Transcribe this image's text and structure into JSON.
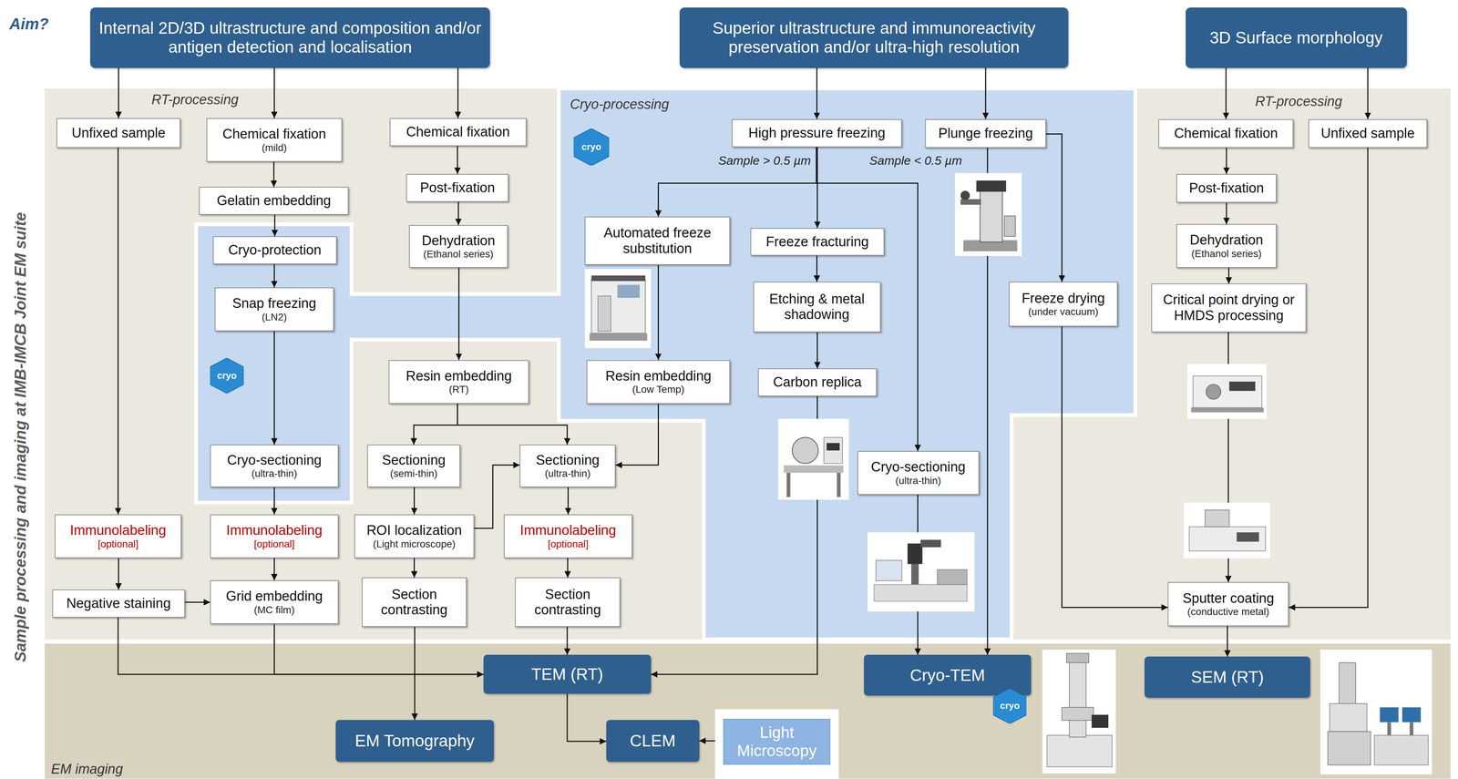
{
  "diagram": {
    "nodes": [
      {
        "text": [
          "Internal 2D/3D ultrastructure and composition and/or antigen detection and localisation"
        ]
      },
      {
        "text": [
          "Superior ultrastructure and immunoreactivity preservation and/or ultra-high resolution"
        ]
      },
      {
        "text": [
          "3D Surface morphology"
        ]
      },
      {
        "text": [
          "Unfixed sample"
        ]
      },
      {
        "text": [
          "Chemical fixation",
          "(mild)"
        ]
      },
      {
        "text": [
          "Chemical fixation"
        ]
      },
      {
        "text": [
          "High pressure freezing"
        ]
      },
      {
        "text": [
          "Plunge freezing"
        ]
      },
      {
        "text": [
          "Chemical fixation"
        ]
      },
      {
        "text": [
          "Unfixed sample"
        ]
      },
      {
        "text": [
          "cryo"
        ]
      },
      {
        "text": [
          "Gelatin embedding"
        ]
      },
      {
        "text": [
          "Post-fixation"
        ]
      },
      {
        "text": [
          "Post-fixation"
        ]
      },
      {
        "text": [
          "Automated freeze substitution"
        ]
      },
      {
        "text": [
          "Freeze fracturing"
        ]
      },
      {
        "text": [
          "Dehydration",
          "(Ethanol series)"
        ]
      },
      {
        "text": [
          "Dehydration",
          "(Ethanol series)"
        ]
      },
      {
        "text": [
          "Cryo-protection"
        ]
      },
      {
        "text": [
          "Etching & metal shadowing"
        ]
      },
      {
        "text": [
          "Freeze drying",
          "(under vacuum)"
        ]
      },
      {
        "text": [
          "Critical point drying or HMDS processing"
        ]
      },
      {
        "text": [
          "Snap freezing",
          "(LN2)"
        ]
      },
      {
        "text": [
          "cryo"
        ]
      },
      {
        "text": [
          "Resin embedding",
          "(RT)"
        ]
      },
      {
        "text": [
          "Resin embedding",
          "(Low Temp)"
        ]
      },
      {
        "text": [
          "Carbon replica"
        ]
      },
      {
        "text": [
          "Cryo-sectioning",
          "(ultra-thin)"
        ]
      },
      {
        "text": [
          "Sectioning",
          "(semi-thin)"
        ]
      },
      {
        "text": [
          "Sectioning",
          "(ultra-thin)"
        ]
      },
      {
        "text": [
          "Cryo-sectioning",
          "(ultra-thin)"
        ]
      },
      {
        "text": [
          "Immunolabeling",
          "[optional]"
        ]
      },
      {
        "text": [
          "Immunolabeling",
          "[optional]"
        ]
      },
      {
        "text": [
          "ROI localization",
          "(Light microscope)"
        ]
      },
      {
        "text": [
          "Immunolabeling",
          "[optional]"
        ]
      },
      {
        "text": [
          "Sputter coating",
          "(conductive metal)"
        ]
      },
      {
        "text": [
          "Negative staining"
        ]
      },
      {
        "text": [
          "Grid embedding",
          "(MC film)"
        ]
      },
      {
        "text": [
          "Section contrasting"
        ]
      },
      {
        "text": [
          "Section contrasting"
        ]
      },
      {
        "text": [
          "EM imaging"
        ]
      },
      {
        "text": [
          "TEM (RT)"
        ],
        "in": 40
      },
      {
        "text": [
          "Cryo-TEM"
        ],
        "in": 40
      },
      {
        "text": [
          "SEM (RT)"
        ],
        "in": 40
      },
      {
        "text": [
          "cryo"
        ],
        "in": 40
      },
      {
        "text": [
          "EM Tomography"
        ],
        "in": 40
      },
      {
        "text": [
          "CLEM"
        ],
        "in": 40
      },
      {
        "text": [
          "Light Microscopy"
        ],
        "in": 40
      }
    ],
    "edges": [
      {
        "from": 0,
        "to": 3,
        "arrow": "to"
      },
      {
        "from": 0,
        "to": 4,
        "arrow": "to"
      },
      {
        "from": 0,
        "to": 5,
        "arrow": "to"
      },
      {
        "from": 1,
        "to": 6,
        "arrow": "to"
      },
      {
        "from": 1,
        "to": 7,
        "arrow": "to"
      },
      {
        "from": 2,
        "to": 8,
        "arrow": "to"
      },
      {
        "from": 2,
        "to": 9,
        "arrow": "to"
      },
      {
        "from": 3,
        "to": 31,
        "arrow": "to"
      },
      {
        "from": 4,
        "to": 11,
        "arrow": "to"
      },
      {
        "from": 11,
        "to": 18,
        "arrow": "to"
      },
      {
        "from": 18,
        "to": 22,
        "arrow": "to"
      },
      {
        "from": 22,
        "to": 27,
        "arrow": "to"
      },
      {
        "from": 27,
        "to": 32,
        "arrow": "to"
      },
      {
        "from": 31,
        "to": 36,
        "arrow": "to"
      },
      {
        "from": 32,
        "to": 37,
        "arrow": "to"
      },
      {
        "from": 36,
        "to": 37,
        "arrow": "to"
      },
      {
        "from": 36,
        "to": 41,
        "arrow": "to"
      },
      {
        "from": 37,
        "to": 41,
        "arrow": "to"
      },
      {
        "from": 5,
        "to": 12,
        "arrow": "to"
      },
      {
        "from": 12,
        "to": 16,
        "arrow": "to"
      },
      {
        "from": 16,
        "to": 24,
        "arrow": "to"
      },
      {
        "from": 24,
        "to": 28,
        "arrow": "to"
      },
      {
        "from": 24,
        "to": 29,
        "arrow": "to"
      },
      {
        "from": 28,
        "to": 33,
        "arrow": "to"
      },
      {
        "from": 33,
        "to": 29,
        "arrow": "to"
      },
      {
        "from": 33,
        "to": 38,
        "arrow": "to"
      },
      {
        "from": 38,
        "to": 45,
        "arrow": "to"
      },
      {
        "from": 29,
        "to": 34,
        "arrow": "to"
      },
      {
        "from": 34,
        "to": 39,
        "arrow": "to"
      },
      {
        "from": 39,
        "to": 41,
        "arrow": "to"
      },
      {
        "from": 6,
        "to": 14,
        "arrow": "to"
      },
      {
        "from": 6,
        "to": 15,
        "arrow": "to"
      },
      {
        "from": 6,
        "to": 30,
        "arrow": "to"
      },
      {
        "from": 14,
        "to": 25,
        "arrow": "to"
      },
      {
        "from": 25,
        "to": 29,
        "arrow": "to"
      },
      {
        "from": 15,
        "to": 19,
        "arrow": "to"
      },
      {
        "from": 19,
        "to": 26,
        "arrow": "to"
      },
      {
        "from": 26,
        "to": 41,
        "arrow": "to"
      },
      {
        "from": 30,
        "to": 42,
        "arrow": "to"
      },
      {
        "from": 7,
        "to": 42,
        "arrow": "to"
      },
      {
        "from": 7,
        "to": 20,
        "arrow": "to"
      },
      {
        "from": 20,
        "to": 35,
        "arrow": "to"
      },
      {
        "from": 8,
        "to": 13,
        "arrow": "to"
      },
      {
        "from": 13,
        "to": 17,
        "arrow": "to"
      },
      {
        "from": 17,
        "to": 21,
        "arrow": "to"
      },
      {
        "from": 21,
        "to": 35,
        "arrow": "to"
      },
      {
        "from": 9,
        "to": 35,
        "arrow": "to"
      },
      {
        "from": 35,
        "to": 43,
        "arrow": "to"
      },
      {
        "from": 41,
        "to": 46,
        "arrow": "to"
      },
      {
        "from": 47,
        "to": 46,
        "arrow": "to"
      }
    ],
    "labels": [
      "Aim?",
      "RT-processing",
      "Cryo-processing",
      "RT-processing",
      "Sample > 0.5 µm",
      "Sample < 0.5 µm",
      "Sample processing and imaging at IMB-IMCB Joint EM suite"
    ]
  }
}
